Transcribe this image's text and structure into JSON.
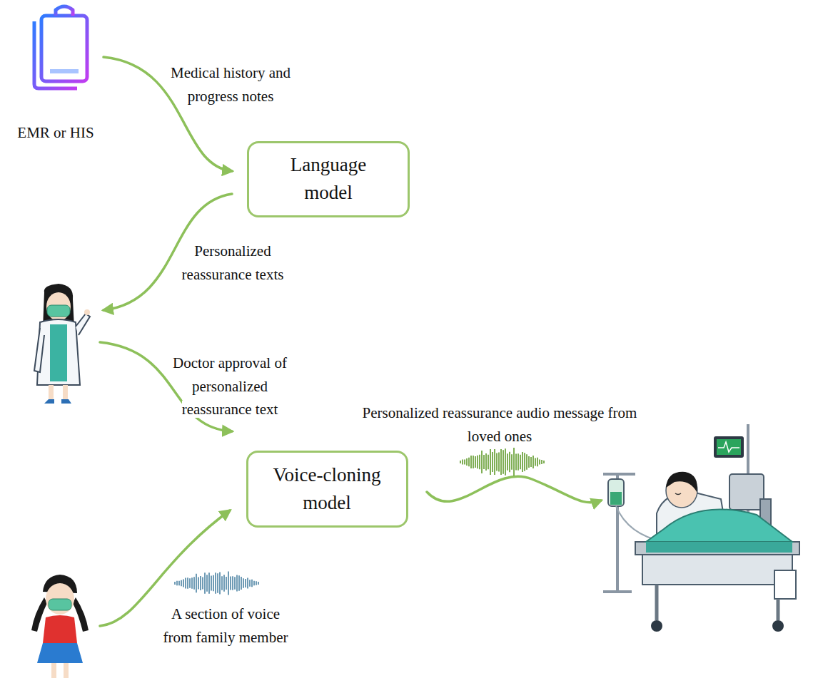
{
  "diagram": {
    "nodes": [
      {
        "text": [
          "Language model"
        ]
      },
      {
        "text": [
          "Voice-cloning model"
        ]
      }
    ],
    "labels": [
      "EMR or HIS",
      "Medical history and progress notes",
      "Personalized reassurance texts",
      "Doctor approval of personalized reassurance text",
      "Personalized reassurance audio message from loved ones",
      "A section of voice from family member"
    ]
  }
}
